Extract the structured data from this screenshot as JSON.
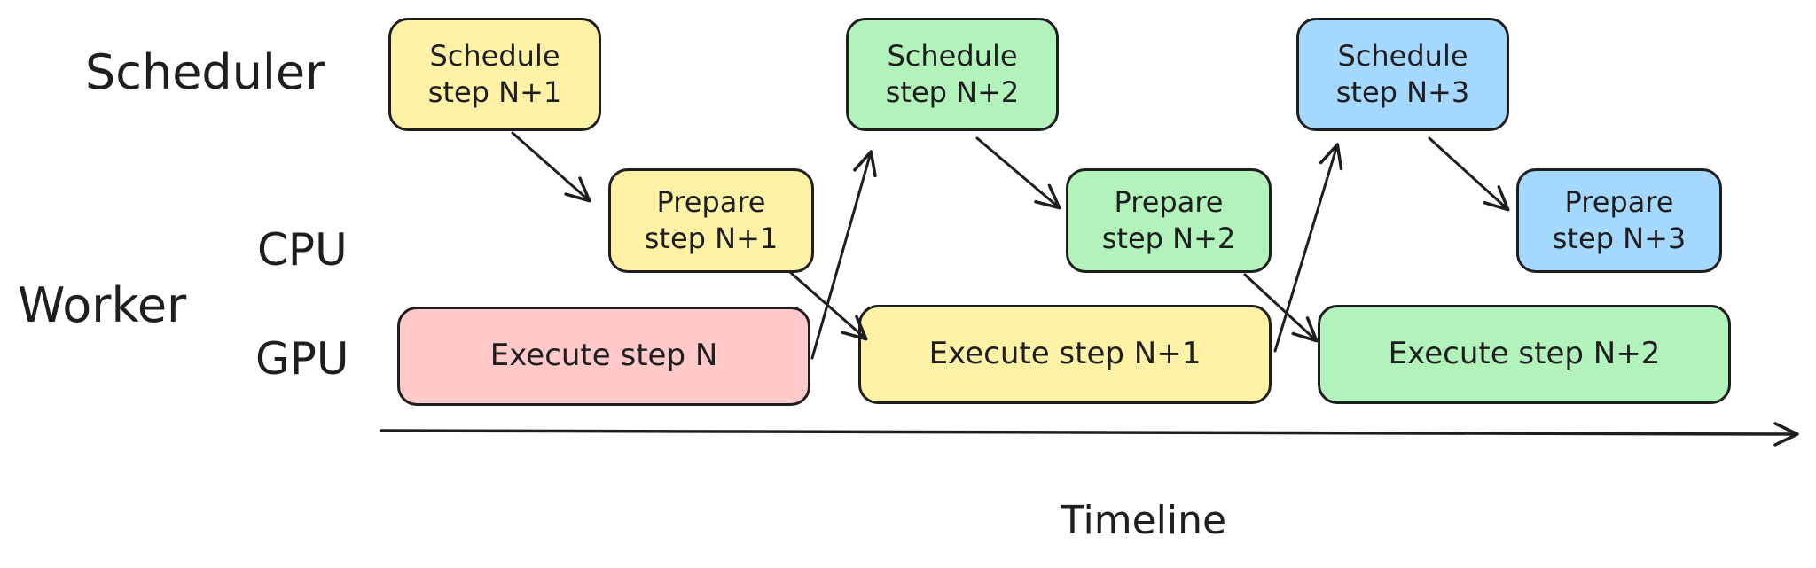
{
  "diagram": {
    "row_labels": {
      "scheduler": "Scheduler",
      "worker": "Worker",
      "cpu": "CPU",
      "gpu": "GPU"
    },
    "axis_label": "Timeline",
    "colors": {
      "yellow": "#fff1a6",
      "green": "#b2f2bb",
      "blue": "#a5d8ff",
      "red": "#ffc9c9",
      "stroke": "#1e1e1e"
    },
    "scheduler_boxes": [
      {
        "label": "Schedule\nstep N+1",
        "color": "yellow"
      },
      {
        "label": "Schedule\nstep N+2",
        "color": "green"
      },
      {
        "label": "Schedule\nstep N+3",
        "color": "blue"
      }
    ],
    "cpu_boxes": [
      {
        "label": "Prepare\nstep N+1",
        "color": "yellow"
      },
      {
        "label": "Prepare\nstep N+2",
        "color": "green"
      },
      {
        "label": "Prepare\nstep N+3",
        "color": "blue"
      }
    ],
    "gpu_boxes": [
      {
        "label": "Execute step N",
        "color": "red"
      },
      {
        "label": "Execute step N+1",
        "color": "yellow"
      },
      {
        "label": "Execute step N+2",
        "color": "green"
      }
    ]
  }
}
